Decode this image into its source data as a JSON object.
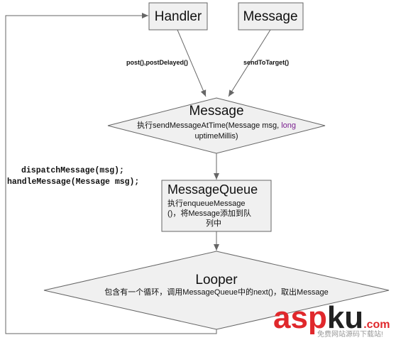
{
  "nodes": {
    "handler": {
      "label": "Handler"
    },
    "message_source": {
      "label": "Message"
    },
    "message_decision": {
      "title": "Message",
      "desc_prefix": "执行sendMessageAtTime(Message msg, ",
      "desc_keyword": "long",
      "desc_line2": "uptimeMillis)"
    },
    "message_queue": {
      "title": "MessageQueue",
      "desc_line1": "执行enqueueMessage",
      "desc_line2": "()，将Message添加到队",
      "desc_line3": "列中"
    },
    "looper": {
      "title": "Looper",
      "desc": "包含有一个循环，调用MessageQueue中的next()，取出Message"
    }
  },
  "edges": {
    "handler_label": "post(),postDelayed()",
    "message_label": "sendToTarget()",
    "dispatch_line1": "dispatchMessage(msg);",
    "dispatch_line2": "handleMessage(Message msg);"
  },
  "watermark": {
    "asp": "asp",
    "ku": "ku",
    "dotcom": ".com",
    "sub": "免费网站源码下载站!"
  },
  "colors": {
    "box_fill": "#f0f0f0",
    "stroke": "#666666",
    "keyword": "#7a1f8f",
    "watermark_red": "#e0282c",
    "watermark_black": "#222222"
  }
}
